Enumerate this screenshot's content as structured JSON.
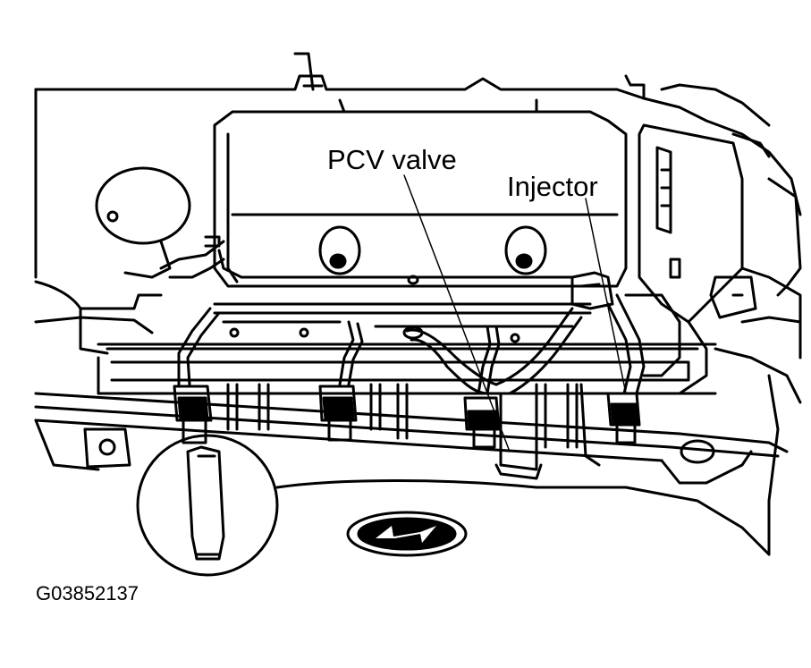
{
  "callouts": {
    "pcv_valve": "PCV valve",
    "injector": "Injector"
  },
  "figure_id": "G03852137",
  "colors": {
    "ink": "#000000",
    "paper": "#ffffff"
  }
}
